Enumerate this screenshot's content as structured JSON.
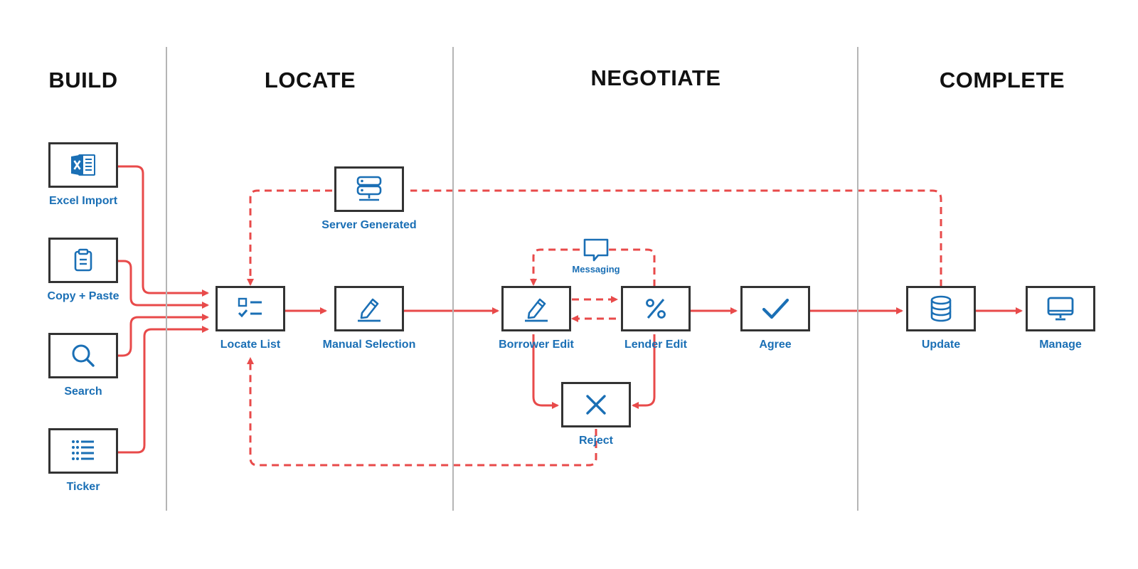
{
  "phases": {
    "build": "BUILD",
    "locate": "LOCATE",
    "negotiate": "NEGOTIATE",
    "complete": "COMPLETE"
  },
  "nodes": {
    "excel_import": "Excel Import",
    "copy_paste": "Copy + Paste",
    "search": "Search",
    "ticker": "Ticker",
    "locate_list": "Locate List",
    "server_generated": "Server Generated",
    "manual_selection": "Manual Selection",
    "borrower_edit": "Borrower Edit",
    "lender_edit": "Lender Edit",
    "agree": "Agree",
    "reject": "Reject",
    "update": "Update",
    "manage": "Manage",
    "messaging": "Messaging"
  },
  "colors": {
    "accent": "#1a6fb5",
    "arrow": "#e84a4a",
    "box_border": "#333333",
    "divider": "#b5b5b5"
  }
}
